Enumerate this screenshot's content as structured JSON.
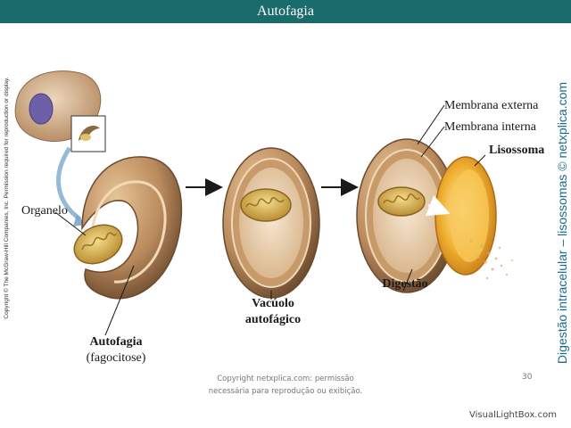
{
  "slide": {
    "title": "Autofagia",
    "side_copyright": "Copyright © The McGraw-Hill Companies, Inc. Permission required for reproduction or display.",
    "side_caption": "Digestão intracelular – lisossomas © netxplica.com",
    "footer_line1": "Copyright netxplica.com: permissão",
    "footer_line2": "necessária para reprodução ou exibição.",
    "page_number": "30",
    "watermark": "VisualLightBox.com"
  },
  "labels": {
    "organelo": "Organelo",
    "autofagia": "Autofagia",
    "fagocitose": "(fagocitose)",
    "vacuolo": "Vacúolo",
    "autofagico": "autofágico",
    "membrana_externa": "Membrana externa",
    "membrana_interna": "Membrana interna",
    "lisossoma": "Lisossoma",
    "digestao": "Digestão"
  },
  "colors": {
    "title_bar": "#1a6b6b",
    "membrane_outer": "#b98a5c",
    "membrane_dark": "#6b4a2e",
    "mitochondrion": "#d9b85a",
    "lysosome": "#f0b030",
    "side_caption": "#1a6b8a"
  }
}
